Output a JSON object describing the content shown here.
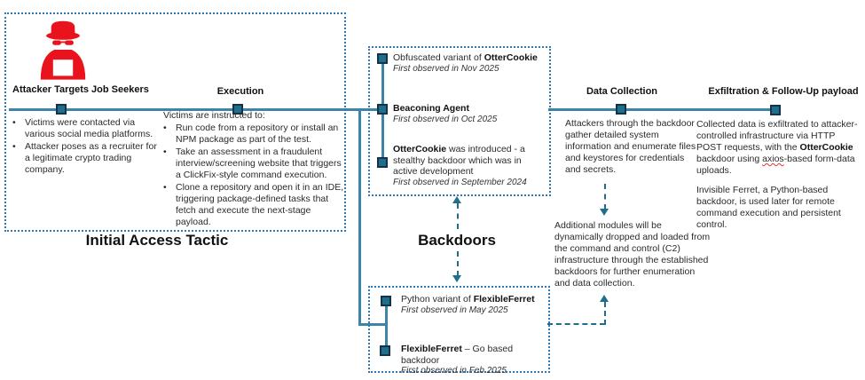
{
  "diagram": {
    "initial_access": {
      "title": "Initial Access Tactic",
      "attacker": {
        "heading": "Attacker Targets Job Seekers",
        "bullets": [
          "Victims were contacted via various social media platforms.",
          "Attacker poses as a recruiter for a legitimate crypto trading company."
        ]
      },
      "execution": {
        "heading": "Execution",
        "intro": "Victims are instructed to:",
        "bullets": [
          "Run code from a repository or install an NPM package as part of the test.",
          "Take an assessment in a fraudulent interview/screening website that triggers a ClickFix-style command execution.",
          "Clone a repository and open it in an IDE, triggering package-defined tasks that fetch and execute the next-stage payload."
        ]
      }
    },
    "backdoors": {
      "label": "Backdoors",
      "top_box": [
        {
          "pre": "Obfuscated variant of ",
          "bold": "OtterCookie",
          "post": "",
          "date": "First observed in Nov 2025"
        },
        {
          "pre": "",
          "bold": "Beaconing Agent",
          "post": "",
          "date": "First observed in Oct 2025"
        },
        {
          "pre": "",
          "bold": "OtterCookie",
          "post": " was introduced - a stealthy backdoor which was in active development",
          "date": "First observed in September 2024"
        }
      ],
      "bottom_box": [
        {
          "pre": "Python variant of ",
          "bold": "FlexibleFerret",
          "post": "",
          "date": "First observed in May 2025"
        },
        {
          "pre": "",
          "bold": "FlexibleFerret",
          "post": " – Go based backdoor",
          "date": "First observed in Feb 2025"
        }
      ]
    },
    "data_collection": {
      "heading": "Data Collection",
      "body": "Attackers through the backdoor gather detailed system information and enumerate files and keystores for credentials and secrets.",
      "additional_modules": "Additional modules will be dynamically dropped and loaded from the command and control (C2) infrastructure through the established backdoors for further enumeration and data collection."
    },
    "exfiltration": {
      "heading": "Exfiltration & Follow-Up payload",
      "para1": {
        "pre": "Collected data is exfiltrated to attacker-controlled infrastructure via HTTP POST requests, with the ",
        "bold": "OtterCookie",
        "mid": " backdoor using ",
        "underlined": "axios",
        "post": "-based form-data uploads."
      },
      "para2": "Invisible Ferret, a Python-based backdoor, is used later for remote command execution and persistent control."
    },
    "icons": {
      "attacker": "spy-hacker-icon"
    },
    "colors": {
      "accent_red": "#e8131c",
      "timeline_line": "#3d85a8",
      "marker_fill": "#1f6e8c",
      "marker_border": "#13334a",
      "box_border": "#2e78b5",
      "arrow_teal": "#1f6e8c",
      "text": "#262626"
    }
  }
}
